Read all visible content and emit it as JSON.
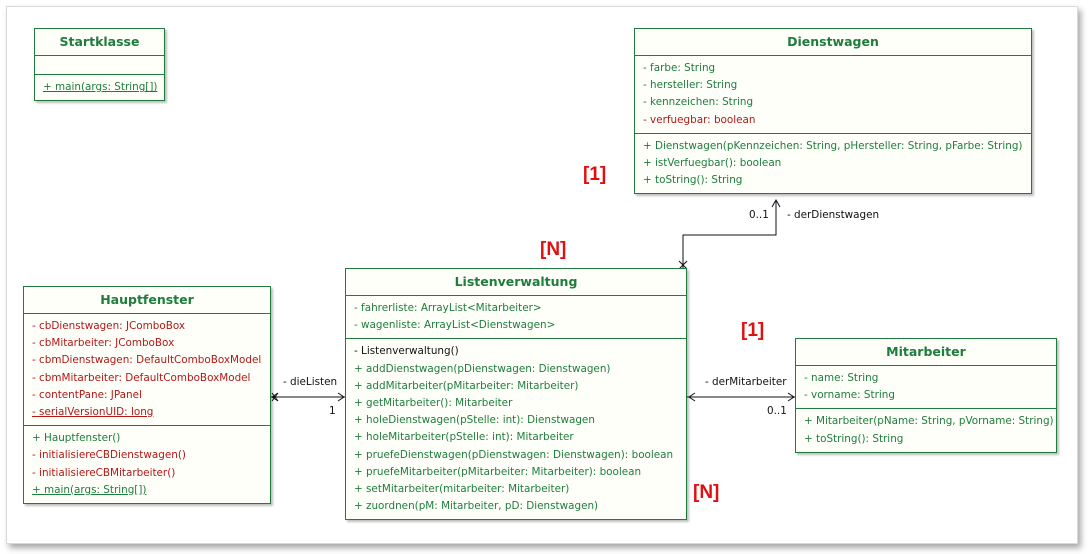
{
  "classes": {
    "startklasse": {
      "name": "Startklasse",
      "attributes": [],
      "operations": [
        {
          "text": "+  main(args: String[])",
          "vis": "pub",
          "static": true
        }
      ]
    },
    "dienstwagen": {
      "name": "Dienstwagen",
      "attributes": [
        {
          "text": "- farbe: String",
          "vis": "pub"
        },
        {
          "text": "- hersteller: String",
          "vis": "pub"
        },
        {
          "text": "- kennzeichen: String",
          "vis": "pub"
        },
        {
          "text": "- verfuegbar: boolean",
          "vis": "priv"
        }
      ],
      "operations": [
        {
          "text": "+  Dienstwagen(pKennzeichen: String, pHersteller: String, pFarbe: String)",
          "vis": "pub"
        },
        {
          "text": "+  istVerfuegbar(): boolean",
          "vis": "pub"
        },
        {
          "text": "+  toString(): String",
          "vis": "pub"
        }
      ]
    },
    "hauptfenster": {
      "name": "Hauptfenster",
      "attributes": [
        {
          "text": "- cbDienstwagen: JComboBox",
          "vis": "priv"
        },
        {
          "text": "- cbMitarbeiter: JComboBox",
          "vis": "priv"
        },
        {
          "text": "- cbmDienstwagen: DefaultComboBoxModel",
          "vis": "priv"
        },
        {
          "text": "- cbmMitarbeiter: DefaultComboBoxModel",
          "vis": "priv"
        },
        {
          "text": "- contentPane: JPanel",
          "vis": "priv"
        },
        {
          "text": "- serialVersionUID: long",
          "vis": "priv",
          "static": true
        }
      ],
      "operations": [
        {
          "text": "+  Hauptfenster()",
          "vis": "pub"
        },
        {
          "text": "-  initialisiereCBDienstwagen()",
          "vis": "priv"
        },
        {
          "text": "-  initialisiereCBMitarbeiter()",
          "vis": "priv"
        },
        {
          "text": "+  main(args: String[])",
          "vis": "pub",
          "static": true
        }
      ]
    },
    "listenverwaltung": {
      "name": "Listenverwaltung",
      "attributes": [
        {
          "text": "- fahrerliste: ArrayList<Mitarbeiter>",
          "vis": "pub"
        },
        {
          "text": "- wagenliste: ArrayList<Dienstwagen>",
          "vis": "pub"
        }
      ],
      "operations": [
        {
          "text": "-  Listenverwaltung()",
          "vis": "plain"
        },
        {
          "text": "+  addDienstwagen(pDienstwagen: Dienstwagen)",
          "vis": "pub"
        },
        {
          "text": "+  addMitarbeiter(pMitarbeiter: Mitarbeiter)",
          "vis": "pub"
        },
        {
          "text": "+  getMitarbeiter(): Mitarbeiter",
          "vis": "pub"
        },
        {
          "text": "+  holeDienstwagen(pStelle: int): Dienstwagen",
          "vis": "pub"
        },
        {
          "text": "+  holeMitarbeiter(pStelle: int): Mitarbeiter",
          "vis": "pub"
        },
        {
          "text": "+  pruefeDienstwagen(pDienstwagen: Dienstwagen): boolean",
          "vis": "pub"
        },
        {
          "text": "+  pruefeMitarbeiter(pMitarbeiter: Mitarbeiter): boolean",
          "vis": "pub"
        },
        {
          "text": "+  setMitarbeiter(mitarbeiter: Mitarbeiter)",
          "vis": "pub"
        },
        {
          "text": "+  zuordnen(pM: Mitarbeiter, pD: Dienstwagen)",
          "vis": "pub"
        }
      ]
    },
    "mitarbeiter": {
      "name": "Mitarbeiter",
      "attributes": [
        {
          "text": "- name: String",
          "vis": "pub"
        },
        {
          "text": "- vorname: String",
          "vis": "pub"
        }
      ],
      "operations": [
        {
          "text": "+  Mitarbeiter(pName: String, pVorname: String)",
          "vis": "pub"
        },
        {
          "text": "+  toString(): String",
          "vis": "pub"
        }
      ]
    }
  },
  "associations": {
    "die_listen": {
      "role": "- dieListen",
      "multiplicity": "1"
    },
    "der_dienstwagen": {
      "role": "- derDienstwagen",
      "multiplicity": "0..1"
    },
    "der_mitarbeiter": {
      "role": "- derMitarbeiter",
      "multiplicity": "0..1"
    }
  },
  "annotations": {
    "dienstwagen_mult": "[1]",
    "listenverwaltung_mult": "[N]",
    "mitarbeiter_mult": "[1]",
    "listenverwaltung_mult_bottom": "[N]"
  },
  "colors": {
    "class_border": "#1e7c3c",
    "public_member": "#1e7c3c",
    "private_member": "#b01818",
    "annotation": "#e01010"
  }
}
